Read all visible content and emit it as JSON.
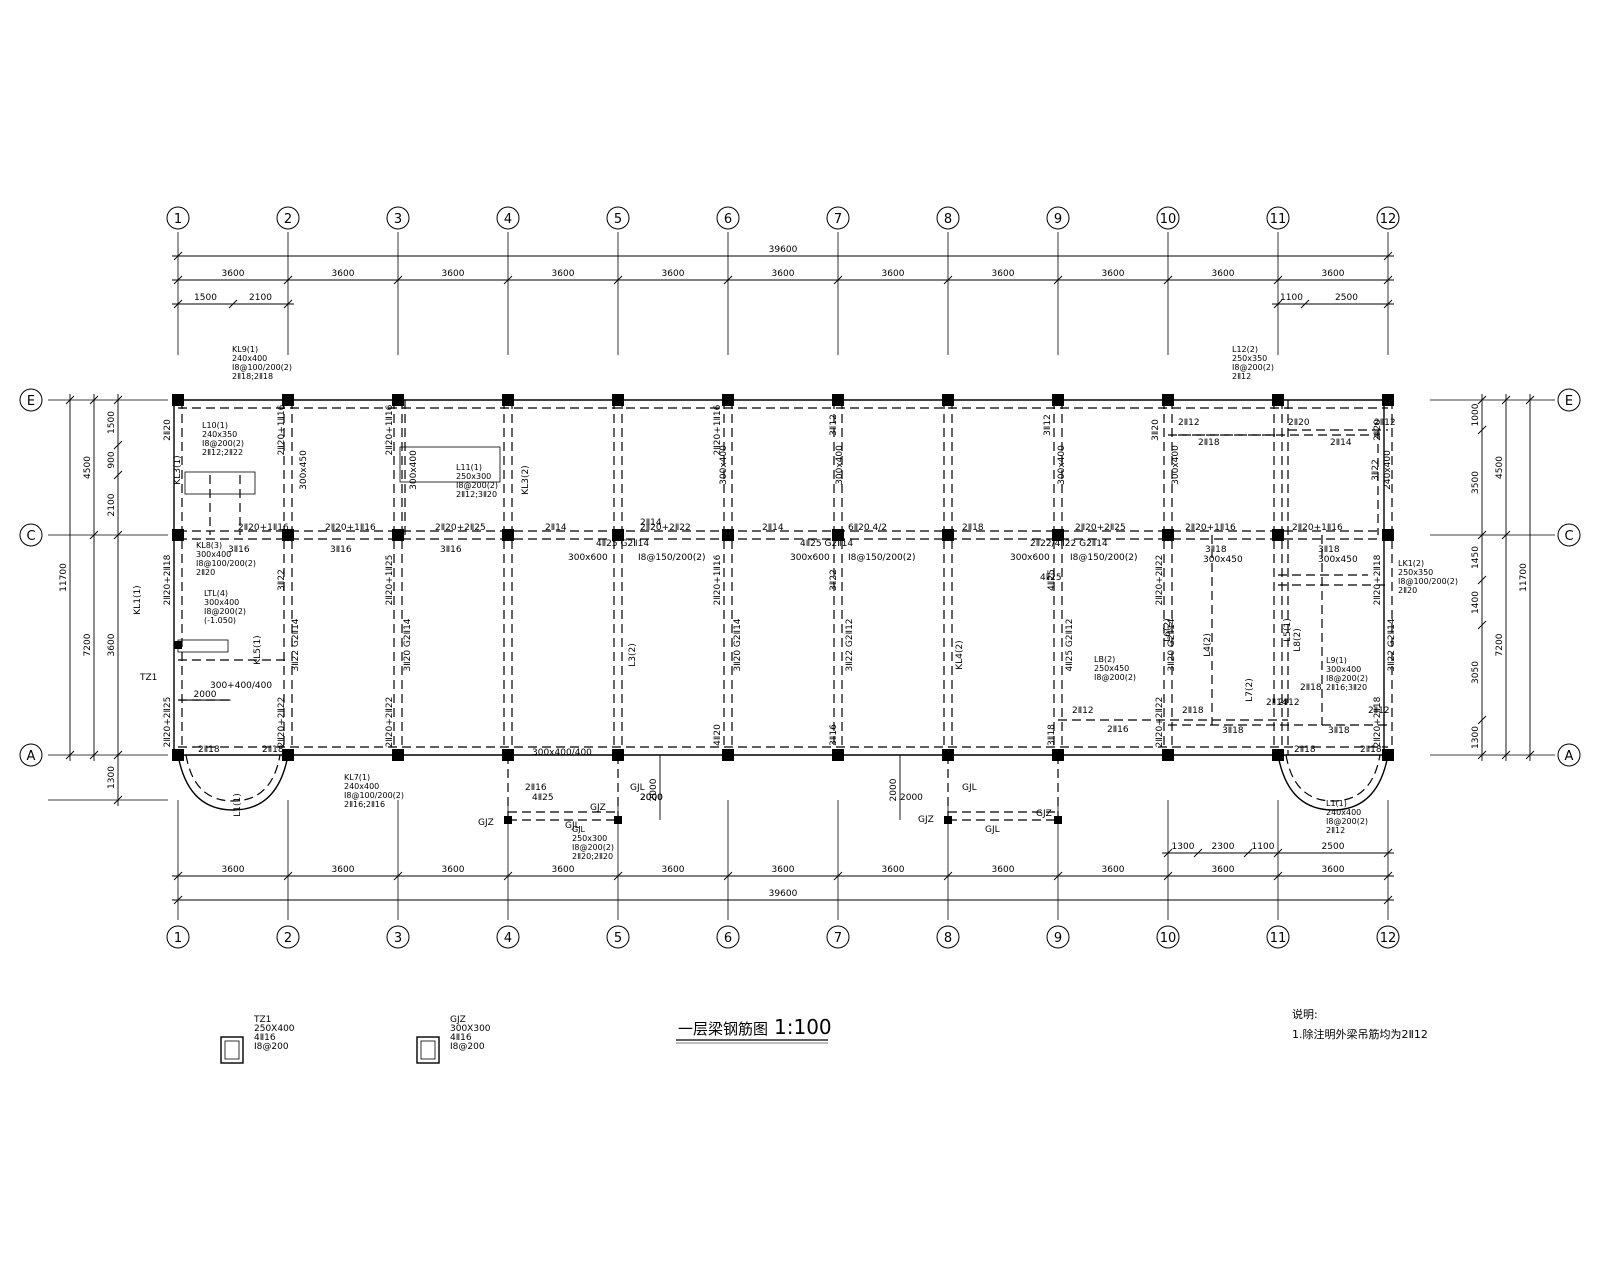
{
  "drawing": {
    "title": "一层梁钢筋图",
    "scale": "1:100",
    "notes_heading": "说明:",
    "notes": [
      "1.除注明外梁吊筋均为2Ⅱ12"
    ]
  },
  "axes": {
    "columns": [
      "1",
      "2",
      "3",
      "4",
      "5",
      "6",
      "7",
      "8",
      "9",
      "10",
      "11",
      "12"
    ],
    "rows": [
      "E",
      "C",
      "A"
    ]
  },
  "dimensions": {
    "top_total": "39600",
    "top_bays": [
      "3600",
      "3600",
      "3600",
      "3600",
      "3600",
      "3600",
      "3600",
      "3600",
      "3600",
      "3600",
      "3600"
    ],
    "top_sub_left": [
      "1500",
      "2100"
    ],
    "top_sub_right": [
      "1100",
      "2500"
    ],
    "bottom_total": "39600",
    "bottom_bays": [
      "3600",
      "3600",
      "3600",
      "3600",
      "3600",
      "3600",
      "3600",
      "3600",
      "3600",
      "3600",
      "3600"
    ],
    "bottom_sub_right": [
      "1300",
      "2300",
      "1100",
      "2500"
    ],
    "left_total": "11700",
    "left_parts": [
      "4500",
      "7200"
    ],
    "left_inner": [
      "1500",
      "900",
      "2100",
      "3600",
      "1300"
    ],
    "right_total": "11700",
    "right_parts": [
      "4500",
      "7200"
    ],
    "right_inner": [
      "1000",
      "3500",
      "1450",
      "1400",
      "3050",
      "1300"
    ],
    "bottom_projection_left": "2000",
    "bottom_projection_mid": "2000",
    "bottom_projection_right": "2000"
  },
  "column_details": [
    {
      "name": "TZ1",
      "size": "250X400",
      "bars": "4Ⅱ16",
      "stirrup": "Ⅰ8@200"
    },
    {
      "name": "GJZ",
      "size": "300X300",
      "bars": "4Ⅱ16",
      "stirrup": "Ⅰ8@200"
    }
  ],
  "beam_annotations": [
    {
      "label": "KL9(1)\n240x400\nⅠ8@100/200(2)\n2Ⅱ18;2Ⅱ18"
    },
    {
      "label": "L12(2)\n250x350\nⅠ8@200(2)\n2Ⅱ12"
    },
    {
      "label": "L10(1)\n240x350\nⅠ8@200(2)\n2Ⅱ12;2Ⅱ22"
    },
    {
      "label": "L11(1)\n250x300\nⅠ8@200(2)\n2Ⅱ12;3Ⅱ20"
    },
    {
      "label": "KL8(3)\n300x400\nⅠ8@100/200(2)\n2Ⅱ20"
    },
    {
      "label": "LTL(4)\n300x400\nⅠ8@200(2)\n(-1.050)"
    },
    {
      "label": "KL7(1)\n240x400\nⅠ8@100/200(2)\n2Ⅱ16;2Ⅱ16"
    },
    {
      "label": "GJL\n250x300\nⅠ8@200(2)\n2Ⅱ20;2Ⅱ20"
    },
    {
      "label": "L1(1)\n240x400\nⅠ8@200(2)\n2Ⅱ12"
    },
    {
      "label": "L9(1)\n300x400\nⅠ8@200(2)\n2Ⅱ16;3Ⅱ20"
    },
    {
      "label": "LB(2)\n250x450\nⅠ8@200(2)"
    },
    {
      "label": "LK1(2)\n250x350\nⅠ8@100/200(2)\n2Ⅱ20"
    }
  ],
  "rebar_labels": {
    "row_c": [
      "2Ⅱ20+1Ⅱ16",
      "2Ⅱ20+1Ⅱ16",
      "2Ⅱ20+2Ⅱ25",
      "2Ⅱ14",
      "2Ⅱ20+2Ⅱ22",
      "2Ⅱ14",
      "6Ⅱ20 4/2",
      "2Ⅱ18",
      "2Ⅱ20+2Ⅱ25",
      "2Ⅱ20+1Ⅱ16",
      "2Ⅱ20+1Ⅱ16"
    ],
    "row_c_below": [
      "3Ⅱ16",
      "3Ⅱ16",
      "3Ⅱ16",
      "300x600",
      "4Ⅱ25 G2Ⅱ14",
      "Ⅰ8@150/200(2)",
      "300x600",
      "4Ⅱ25 G2Ⅱ14",
      "Ⅰ8@150/200(2)",
      "300x600",
      "2Ⅱ22/4Ⅱ22 G2Ⅱ14",
      "Ⅰ8@150/200(2)",
      "3Ⅱ18",
      "300x450",
      "3Ⅱ18",
      "300x450"
    ],
    "vertical_top": [
      "2Ⅱ20",
      "2Ⅱ20+1Ⅱ16",
      "2Ⅱ20+1Ⅱ16",
      "2Ⅱ20+1Ⅱ16",
      "3Ⅱ12",
      "3Ⅱ12",
      "3Ⅱ20",
      "2Ⅱ20",
      "3Ⅱ22"
    ],
    "vertical_size": [
      "300x450",
      "300x400",
      "300x400",
      "300x400",
      "300x400",
      "300x400",
      "240x400"
    ],
    "vertical_bottom": [
      "2Ⅱ20+2Ⅱ18",
      "3Ⅱ22",
      "2Ⅱ20+1Ⅱ25",
      "2Ⅱ20+1Ⅱ16",
      "3Ⅱ22",
      "4Ⅱ25",
      "2Ⅱ20+2Ⅱ22",
      "2Ⅱ20+2Ⅱ18"
    ],
    "vertical_mid": [
      "3Ⅱ22 G2Ⅱ14",
      "3Ⅱ20 G2Ⅱ14",
      "3Ⅱ20 G2Ⅱ14",
      "3Ⅱ22 G2Ⅱ12",
      "4Ⅱ25 G2Ⅱ12",
      "3Ⅱ20 G2Ⅱ14",
      "3Ⅱ22 G2Ⅱ14"
    ],
    "vertical_low": [
      "2Ⅱ20+2Ⅱ25",
      "2Ⅱ20+2Ⅱ22",
      "2Ⅱ20+2Ⅱ22",
      "4Ⅱ20",
      "3Ⅱ16",
      "3Ⅱ18",
      "2Ⅱ20+2Ⅱ22",
      "2Ⅱ20+2Ⅱ18"
    ],
    "row_a": [
      "2Ⅱ18",
      "2Ⅱ18",
      "2Ⅱ12",
      "2Ⅱ16",
      "2Ⅱ18",
      "3Ⅱ18",
      "2Ⅱ18",
      "2Ⅱ18",
      "3Ⅱ18",
      "2Ⅱ12"
    ],
    "row_e": [
      "2Ⅱ12",
      "2Ⅱ18",
      "2Ⅱ20",
      "2Ⅱ12",
      "2Ⅱ14"
    ],
    "misc": [
      "TZ1",
      "GJZ",
      "GJZ",
      "GJZ",
      "GJZ",
      "GJL",
      "GJL",
      "GJL",
      "GJL",
      "300+400/400",
      "300x400/400",
      "4Ⅱ25",
      "2Ⅱ16",
      "2000",
      "2000",
      "2000",
      "2Ⅱ14",
      "2Ⅱ12",
      "2Ⅱ18",
      "2Ⅱ14",
      "4Ⅱ25",
      "KL3(2)",
      "L3(2)",
      "KL4(2)",
      "KL1(1)",
      "L1(1)",
      "KL3(1)",
      "KL5(1)",
      "L5(1)",
      "L4(2)",
      "L6(2)",
      "L7(2)",
      "L8(2)"
    ]
  }
}
